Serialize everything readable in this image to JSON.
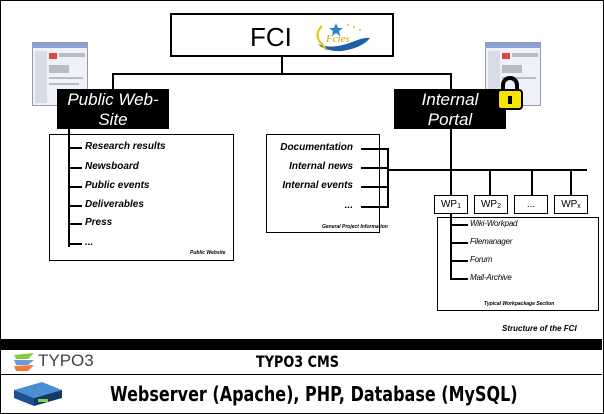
{
  "top": {
    "title": "FCI",
    "logo_icon": "fcies-logo-icon"
  },
  "public": {
    "label_line1": "Public Web-",
    "label_line2": "Site",
    "items": [
      "Research results",
      "Newsboard",
      "Public events",
      "Deliverables",
      "Press",
      "..."
    ],
    "caption": "Public Website"
  },
  "internal": {
    "label_line1": "Internal",
    "label_line2": "Portal",
    "items": [
      "Documentation",
      "Internal news",
      "Internal events",
      "..."
    ],
    "caption": "General Project Information",
    "lock_icon": "padlock-icon"
  },
  "workpackages": {
    "boxes": [
      {
        "label": "WP",
        "sub": "1"
      },
      {
        "label": "WP",
        "sub": "2"
      },
      {
        "label": "...",
        "sub": ""
      },
      {
        "label": "WP",
        "sub": "x"
      }
    ],
    "items": [
      "Wiki-Workpad",
      "Filemanager",
      "Forum",
      "Mail-Archive"
    ],
    "caption": "Typical Workpackage Section"
  },
  "structure_caption": "Structure of the FCI",
  "cms": {
    "logo_text": "TYPO3",
    "title": "TYPO3 CMS"
  },
  "server": {
    "icon": "server-icon",
    "title": "Webserver (Apache), PHP, Database (MySQL)"
  }
}
